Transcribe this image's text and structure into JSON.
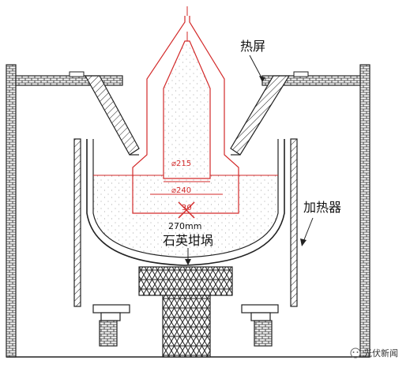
{
  "labels": {
    "heat_shield": "热屏",
    "heater": "加热器",
    "crucible": "石英坩埚",
    "depth": "270mm",
    "ingot_mark": "30",
    "dia_215": "⌀215",
    "dia_240": "⌀240"
  },
  "watermark": {
    "text": "光伏新闻"
  },
  "colors": {
    "outline": "#222222",
    "dimension": "#d32a2a",
    "background": "#ffffff"
  }
}
